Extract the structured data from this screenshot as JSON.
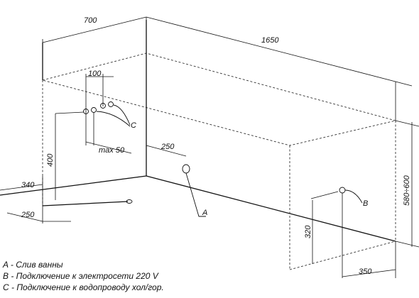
{
  "dimensions": {
    "width_top": "700",
    "length_top": "1650",
    "gap_100": "100",
    "height_400": "400",
    "max_50": "max 50",
    "offset_250_drain": "250",
    "left_340": "340",
    "left_250": "250",
    "height_range": "580÷600",
    "height_320": "320",
    "right_350": "350"
  },
  "markers": {
    "a": "A",
    "b": "B",
    "c": "C"
  },
  "legend": {
    "a": "A - Слив ванны",
    "b": "B - Подключение к электросети 220 V",
    "c": "C - Подключение к водопроводу хол/гор."
  }
}
